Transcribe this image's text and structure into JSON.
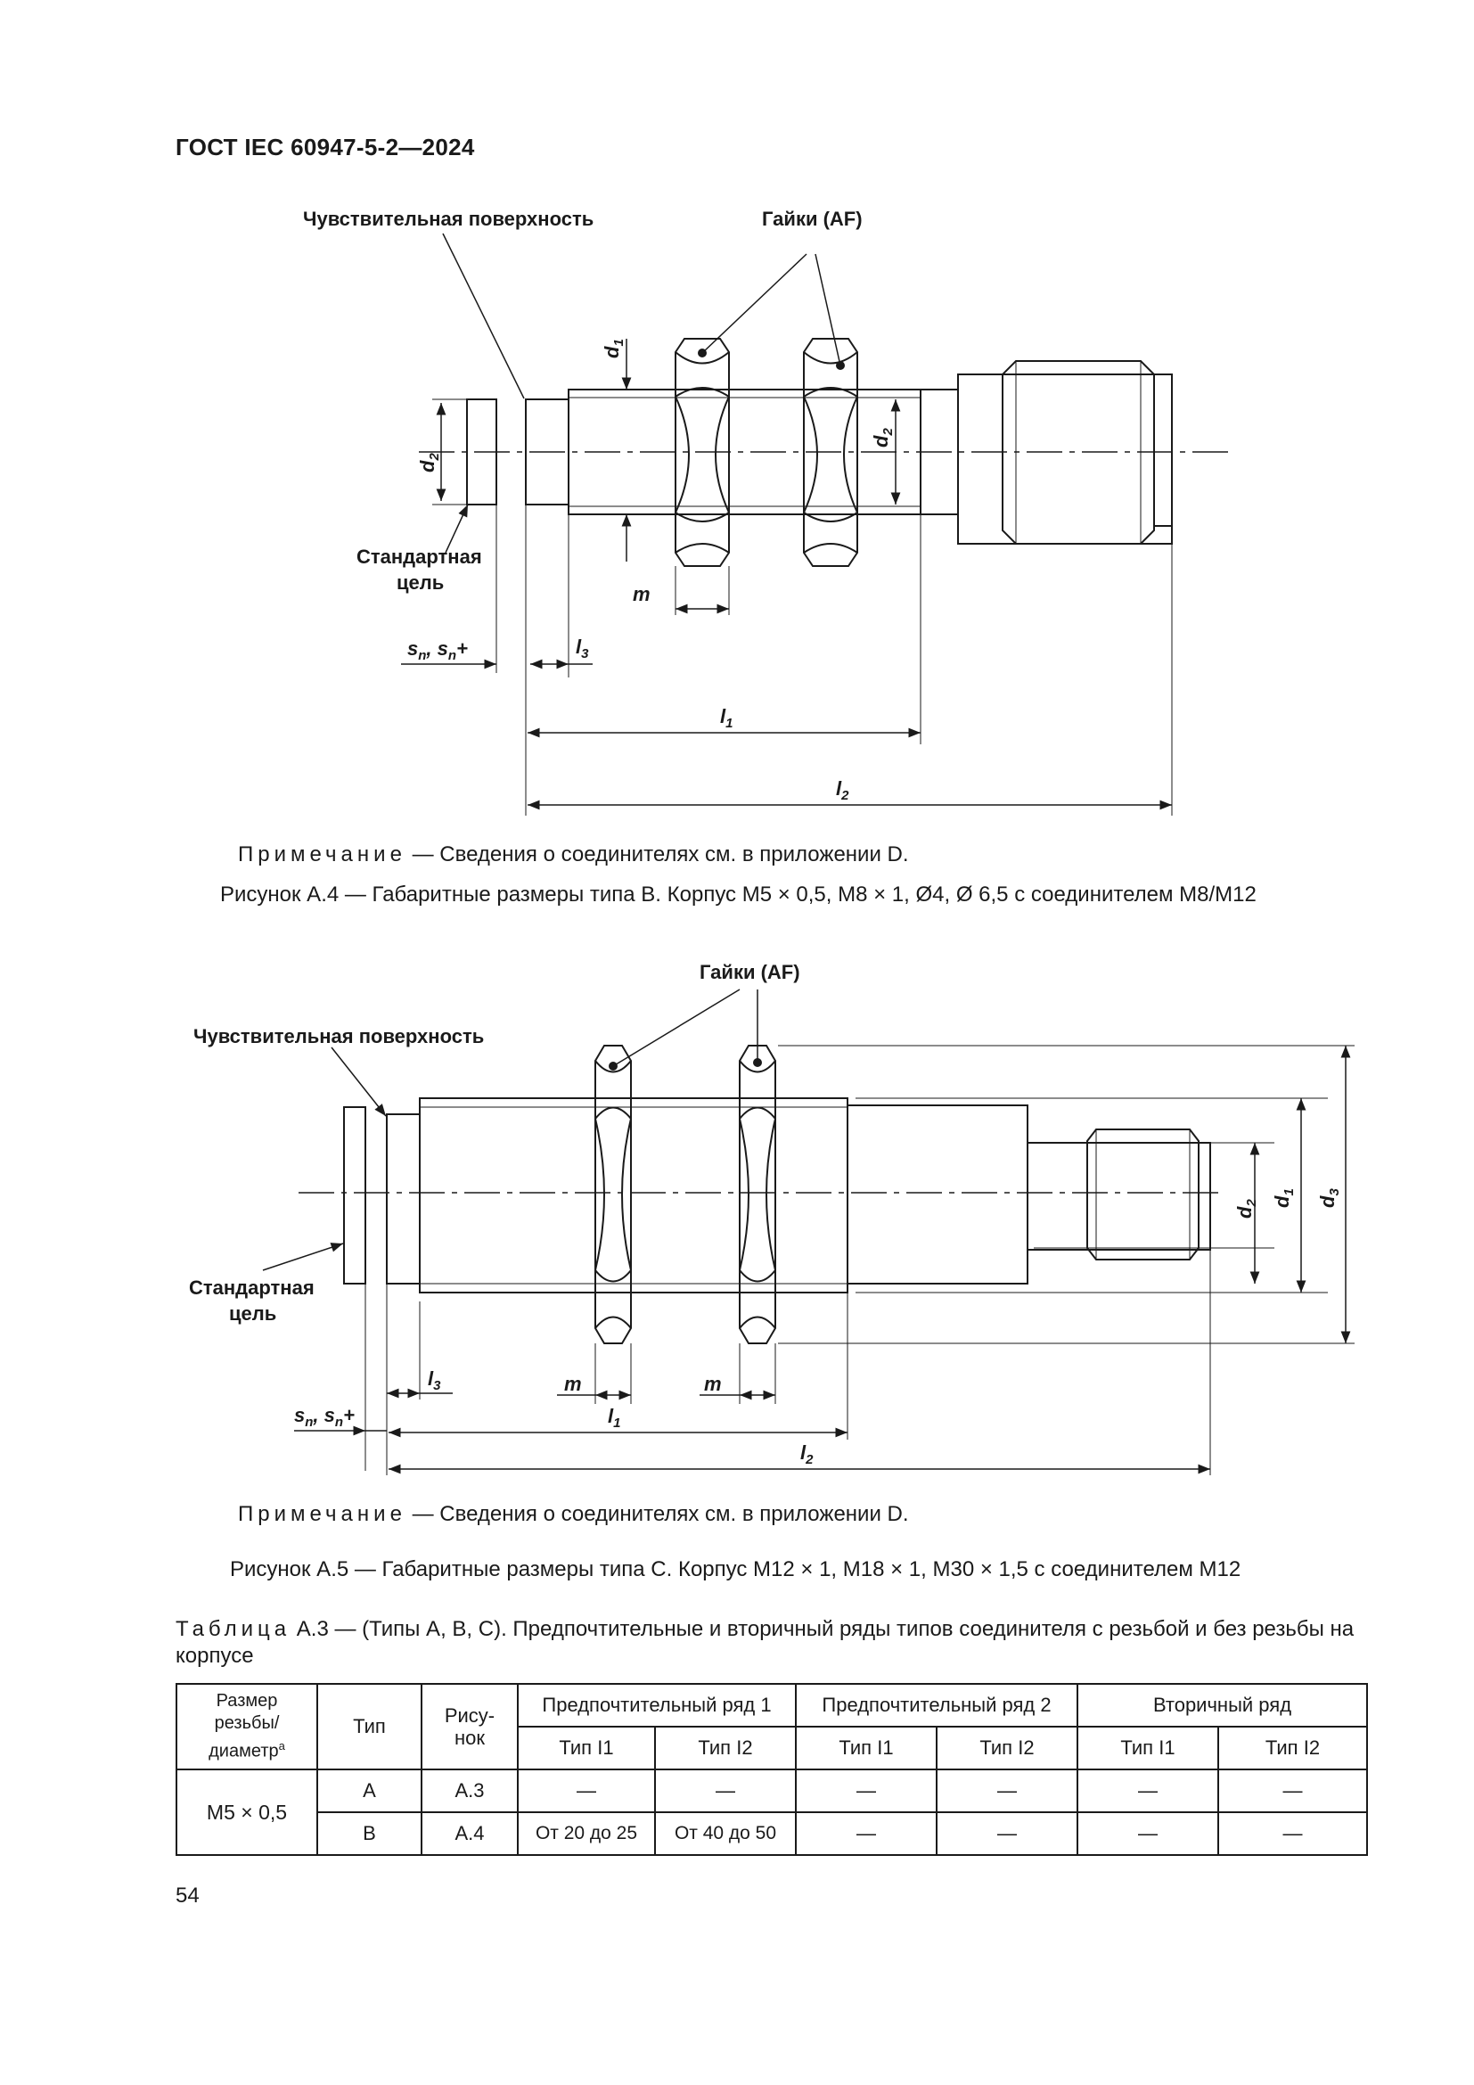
{
  "header": "ГОСТ IEC 60947-5-2—2024",
  "figure_a4": {
    "label_surface": "Чувствительная поверхность",
    "label_nuts": "Гайки (AF)",
    "label_target_line1": "Стандартная",
    "label_target_line2": "цель",
    "dim_d1": "d",
    "dim_d1_sub": "1",
    "dim_d2": "d",
    "dim_d2_sub": "2",
    "dim_m": "m",
    "dim_sn": "s",
    "dim_sn_sub": "n",
    "dim_sn_sep": ", s",
    "dim_sn_sub2": "n",
    "dim_sn_plus": "+",
    "dim_l1": "l",
    "dim_l1_sub": "1",
    "dim_l2": "l",
    "dim_l2_sub": "2",
    "dim_l3": "l",
    "dim_l3_sub": "3",
    "note_label": "Примечание",
    "note_text": " — Сведения о соединителях см. в приложении D.",
    "caption": "Рисунок А.4 — Габаритные размеры типа В. Корпус М5 × 0,5, М8 × 1, Ø4, Ø 6,5 с соединителем М8/М12"
  },
  "figure_a5": {
    "label_surface": "Чувствительная поверхность",
    "label_nuts": "Гайки (AF)",
    "label_target_line1": "Стандартная",
    "label_target_line2": "цель",
    "dim_d": "d",
    "dim_d1_sub": "1",
    "dim_d2_sub": "2",
    "dim_d3_sub": "3",
    "dim_m": "m",
    "dim_sn": "s",
    "dim_sn_sub": "n",
    "dim_sn_sep": ", s",
    "dim_sn_sub2": "n",
    "dim_sn_plus": "+",
    "dim_l": "l",
    "dim_l1_sub": "1",
    "dim_l2_sub": "2",
    "dim_l3_sub": "3",
    "note_label": "Примечание",
    "note_text": " — Сведения о соединителях см. в приложении D.",
    "caption": "Рисунок А.5 — Габаритные размеры типа С. Корпус М12 × 1, М18 × 1, М30 × 1,5 с соединителем М12"
  },
  "table": {
    "title_label": "Таблица",
    "title_text": " А.3 — (Типы А, В, С). Предпочтительные и вторичный ряды типов соединителя с резьбой и без резьбы на корпусе",
    "head": {
      "col_size_line1": "Размер",
      "col_size_line2": "резьбы/",
      "col_size_line3": "диаметр",
      "col_size_sup": "a",
      "col_type": "Тип",
      "col_fig_line1": "Рису-",
      "col_fig_line2": "нок",
      "group1": "Предпочтительный ряд 1",
      "group2": "Предпочтительный ряд 2",
      "group3": "Вторичный ряд",
      "sub_l1": "Тип I1",
      "sub_l2": "Тип I2"
    },
    "rows": [
      {
        "size": "М5 × 0,5",
        "type": "А",
        "figure": "А.3",
        "p1_l1": "—",
        "p1_l2": "—",
        "p2_l1": "—",
        "p2_l2": "—",
        "s_l1": "—",
        "s_l2": "—"
      },
      {
        "type": "В",
        "figure": "А.4",
        "p1_l1": "От 20 до 25",
        "p1_l2": "От 40 до 50",
        "p2_l1": "—",
        "p2_l2": "—",
        "s_l1": "—",
        "s_l2": "—"
      }
    ]
  },
  "page_number": "54"
}
